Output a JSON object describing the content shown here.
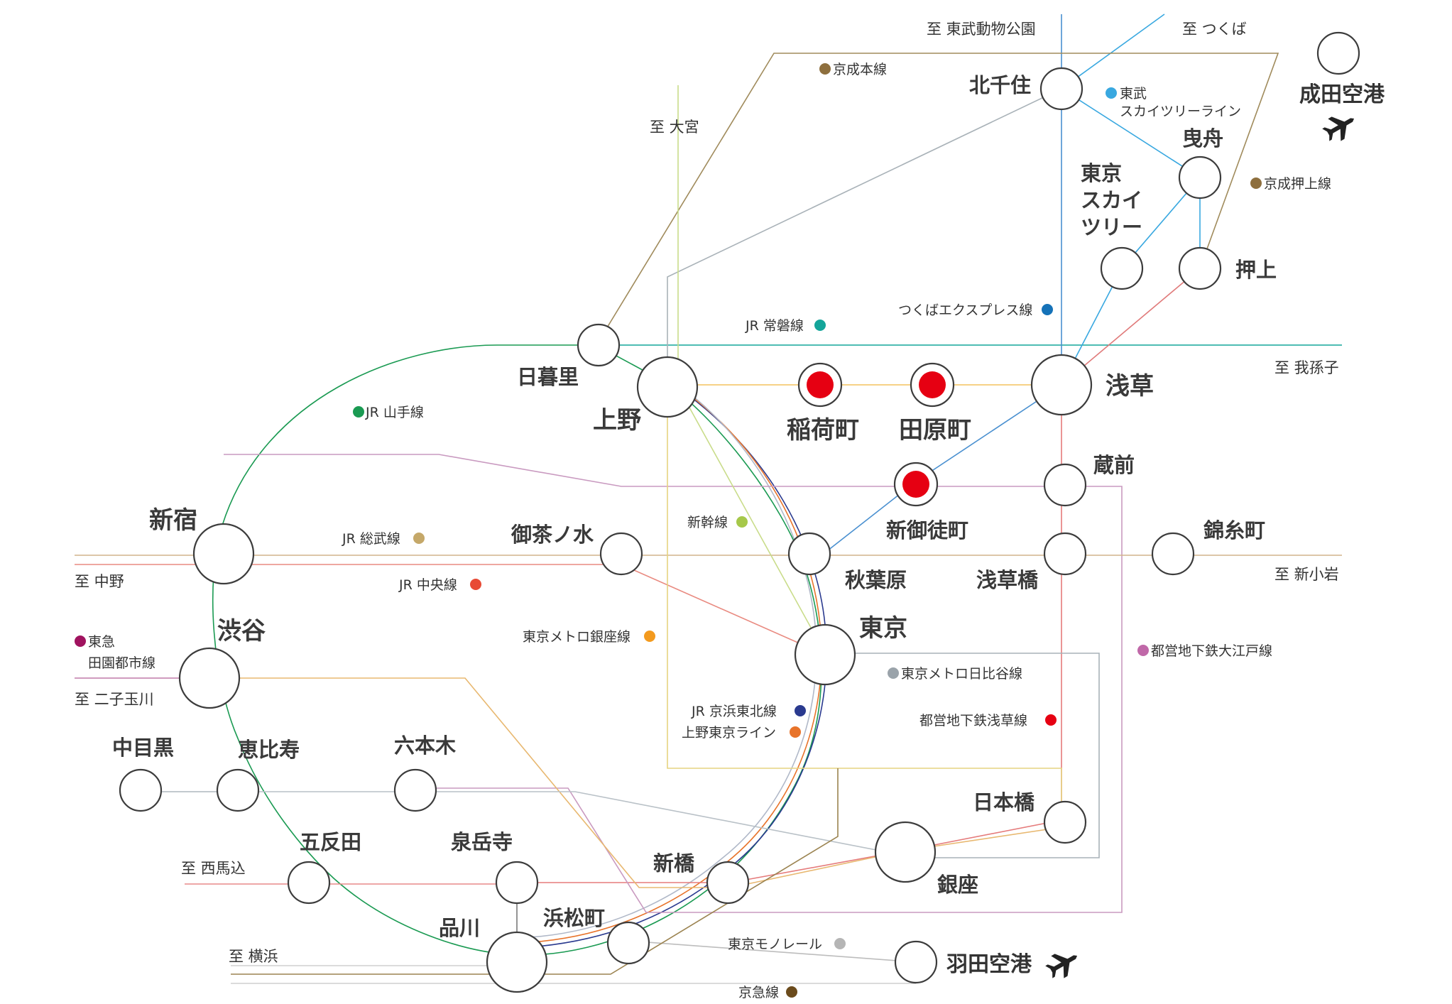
{
  "colors": {
    "yamanote": "#1a9a52",
    "keihin_tohoku": "#2a3a8f",
    "ueno_tokyo": "#e8732a",
    "chuo": "#e84a35",
    "sobu": "#c5a869",
    "joban": "#14a59a",
    "shinkansen": "#a6c84a",
    "ginza": "#f39a1e",
    "hibiya": "#9aa3aa",
    "asakusa": "#e60012",
    "oedo": "#c068a8",
    "tsukuba": "#1572b8",
    "tobu_skytree": "#39a8e0",
    "keisei": "#8e6f3e",
    "keisei_oshiage": "#8e6f3e",
    "tokyu": "#a0135f",
    "monorail": "#b5b5b5",
    "keikyu": "#6b4b1c",
    "selected": "#e60012"
  },
  "stations": {
    "kitasenju": "北千住",
    "hikifune": "曳舟",
    "skytree": [
      "東京",
      "スカイ",
      "ツリー"
    ],
    "oshiage": "押上",
    "nippori": "日暮里",
    "ueno": "上野",
    "inaricho": "稲荷町",
    "tawaramachi": "田原町",
    "asakusa": "浅草",
    "kuramae": "蔵前",
    "shinokachimachi": "新御徒町",
    "shinjuku": "新宿",
    "ochanomizu": "御茶ノ水",
    "akihabara": "秋葉原",
    "asakusabashi": "浅草橋",
    "kinshicho": "錦糸町",
    "shibuya": "渋谷",
    "tokyo": "東京",
    "nakameguro": "中目黒",
    "ebisu": "恵比寿",
    "roppongi": "六本木",
    "nihonbashi": "日本橋",
    "gotanda": "五反田",
    "sengakuji": "泉岳寺",
    "shimbashi": "新橋",
    "ginza": "銀座",
    "shinagawa": "品川",
    "hamamatsucho": "浜松町"
  },
  "destinations": {
    "tobu_zoo": "至 東武動物公園",
    "tsukuba": "至 つくば",
    "omiya": "至 大宮",
    "abiko": "至 我孫子",
    "nakano": "至 中野",
    "shinkoiwa": "至 新小岩",
    "futako": "至 二子玉川",
    "nishimagome": "至 西馬込",
    "yokohama": "至 横浜"
  },
  "airports": {
    "narita": "成田空港",
    "haneda": "羽田空港"
  },
  "legends": {
    "keisei": "京成本線",
    "tobu": [
      "東武",
      "スカイツリーライン"
    ],
    "keisei_oshiage": "京成押上線",
    "tsukuba": "つくばエクスプレス線",
    "joban": "JR 常磐線",
    "yamanote": "JR 山手線",
    "sobu": "JR 総武線",
    "chuo": "JR 中央線",
    "shinkansen": "新幹線",
    "ginza": "東京メトロ銀座線",
    "tokyu": [
      "東急",
      "田園都市線"
    ],
    "hibiya": "東京メトロ日比谷線",
    "oedo": "都営地下鉄大江戸線",
    "asakusa": "都営地下鉄浅草線",
    "keihin_tohoku": "JR 京浜東北線",
    "ueno_tokyo": "上野東京ライン",
    "monorail": "東京モノレール",
    "keikyu": "京急線"
  },
  "icons": {
    "airport": "airplane-icon",
    "legend_dot": "circle"
  }
}
